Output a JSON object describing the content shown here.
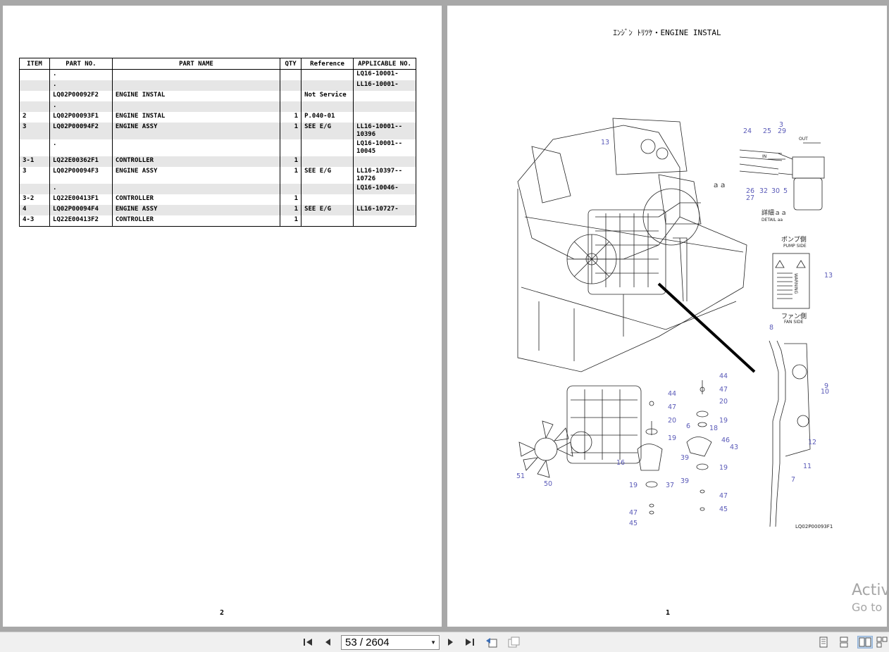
{
  "left_page": {
    "table": {
      "headers": [
        "ITEM",
        "PART NO.",
        "PART NAME",
        "QTY",
        "Reference",
        "APPLICABLE NO."
      ],
      "rows": [
        {
          "item": "",
          "part_no": ".",
          "part_name": "",
          "qty": "",
          "reference": "",
          "applicable": "LQ16-10001-"
        },
        {
          "item": "",
          "part_no": ".",
          "part_name": "",
          "qty": "",
          "reference": "",
          "applicable": "LL16-10001-"
        },
        {
          "item": "",
          "part_no": "LQ02P00092F2",
          "part_name": "ENGINE INSTAL",
          "qty": "",
          "reference": "Not Service",
          "applicable": ""
        },
        {
          "item": "",
          "part_no": ".",
          "part_name": "",
          "qty": "",
          "reference": "",
          "applicable": ""
        },
        {
          "item": "2",
          "part_no": "LQ02P00093F1",
          "part_name": "ENGINE INSTAL",
          "qty": "1",
          "reference": "P.040-01",
          "applicable": ""
        },
        {
          "item": "3",
          "part_no": "LQ02P00094F2",
          "part_name": "ENGINE ASSY",
          "qty": "1",
          "reference": "SEE E/G",
          "applicable": "LL16-10001--\n10396"
        },
        {
          "item": "",
          "part_no": ".",
          "part_name": "",
          "qty": "",
          "reference": "",
          "applicable": "LQ16-10001--\n10045"
        },
        {
          "item": "3-1",
          "part_no": "LQ22E00362F1",
          "part_name": "CONTROLLER",
          "qty": "1",
          "reference": "",
          "applicable": ""
        },
        {
          "item": "3",
          "part_no": "LQ02P00094F3",
          "part_name": "ENGINE ASSY",
          "qty": "1",
          "reference": "SEE E/G",
          "applicable": "LL16-10397--\n10726"
        },
        {
          "item": "",
          "part_no": ".",
          "part_name": "",
          "qty": "",
          "reference": "",
          "applicable": "LQ16-10046-"
        },
        {
          "item": "3-2",
          "part_no": "LQ22E00413F1",
          "part_name": "CONTROLLER",
          "qty": "1",
          "reference": "",
          "applicable": ""
        },
        {
          "item": "4",
          "part_no": "LQ02P00094F4",
          "part_name": "ENGINE ASSY",
          "qty": "1",
          "reference": "SEE E/G",
          "applicable": "LL16-10727-"
        },
        {
          "item": "4-3",
          "part_no": "LQ22E00413F2",
          "part_name": "CONTROLLER",
          "qty": "1",
          "reference": "",
          "applicable": ""
        }
      ]
    },
    "page_number": "2"
  },
  "right_page": {
    "title": "ｴﾝｼﾞﾝ ﾄﾘﾂｹ・ENGINE INSTAL",
    "page_number": "1",
    "drawing_code": "LQ02P00093F1",
    "detail_label_jp": "詳細ａａ",
    "detail_label_en": "DETAIL aa",
    "detail_ref": "ａａ",
    "pump_side_jp": "ポンプ側",
    "pump_side_en": "PUMP SIDE",
    "fan_side_jp": "ファン側",
    "fan_side_en": "FAN SIDE",
    "out_label": "OUT",
    "in_label": "IN",
    "warning_label": "WARNING",
    "callouts": [
      "3",
      "29",
      "24",
      "25",
      "26",
      "27",
      "32",
      "30",
      "5",
      "13",
      "13",
      "8",
      "9",
      "10",
      "12",
      "11",
      "7",
      "44",
      "47",
      "20",
      "19",
      "18",
      "6",
      "46",
      "43",
      "19",
      "47",
      "45",
      "44",
      "47",
      "20",
      "19",
      "16",
      "39",
      "39",
      "37",
      "19",
      "47",
      "45",
      "51",
      "50"
    ]
  },
  "watermark": {
    "line1": "Activ",
    "line2": "Go to"
  },
  "toolbar": {
    "page_indicator": "53 / 2604",
    "icons": [
      "first-page-icon",
      "previous-page-icon",
      "next-page-icon",
      "last-page-icon",
      "go-back-view-icon",
      "go-forward-view-icon",
      "single-page-view-icon",
      "continuous-view-icon",
      "facing-view-icon",
      "continuous-facing-view-icon"
    ]
  }
}
